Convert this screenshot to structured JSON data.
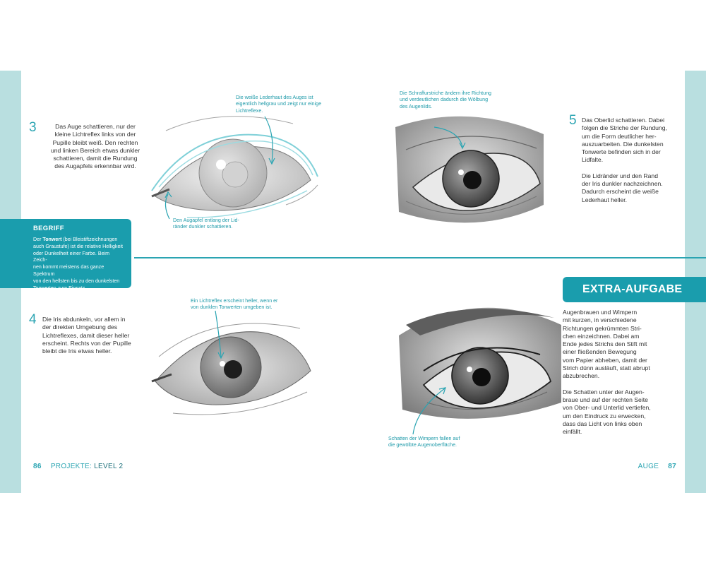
{
  "left_page": {
    "step3": {
      "number": "3",
      "lines": [
        "Das Auge schattieren, nur der",
        "kleine Lichtreflex links von der",
        "Pupille bleibt weiß. Den rechten",
        "und linken Bereich etwas dunkler",
        "schattieren, damit die Rundung",
        "des Augapfels erkennbar wird."
      ]
    },
    "annotation_top": [
      "Die weiße Lederhaut des Auges ist",
      "eigentlich hellgrau und zeigt nur einige",
      "Lichtreflexe."
    ],
    "annotation_eyeball": [
      "Den Augapfel entlang der Lid-",
      "ränder dunkler schattieren."
    ],
    "begriff": {
      "title": "BEGRIFF",
      "term": "Tonwert",
      "line1_rest": " (bei Bleistiftzeichnungen",
      "lines": [
        "auch Graustufe) ist die relative Helligkeit",
        "oder Dunkelheit einer Farbe. Beim Zeich-",
        "nen kommt meistens das ganze Spektrum",
        "von den hellsten bis zu den dunkelsten",
        "Tonwerten zum Einsatz."
      ]
    },
    "step4": {
      "number": "4",
      "lines": [
        "Die Iris abdunkeln, vor allem in",
        "der direkten Umgebung des",
        "Lichtreflexes, damit dieser heller",
        "erscheint. Rechts von der Pupille",
        "bleibt die Iris etwas heller."
      ]
    },
    "annotation_highlight": [
      "Ein Lichtreflex erscheint heller, wenn er",
      "von dunklen Tonwerten umgeben ist."
    ],
    "footer": {
      "page_number": "86",
      "label": "PROJEKTE: ",
      "level": "LEVEL 2"
    }
  },
  "right_page": {
    "annotation_hatching": [
      "Die Schraffurstriche ändern ihre Richtung",
      "und verdeutlichen dadurch die Wölbung",
      "des Augenlids."
    ],
    "step5": {
      "number": "5",
      "lines": [
        "Das Oberlid schattieren. Dabei",
        "folgen die Striche der Rundung,",
        "um die Form deutlicher her-",
        "auszuarbeiten. Die dunkelsten",
        "Tonwerte befinden sich in der",
        "Lidfalte."
      ],
      "lines2": [
        "Die Lidränder und den Rand",
        "der Iris dunkler nachzeichnen.",
        "Dadurch erscheint die weiße",
        "Lederhaut heller."
      ]
    },
    "extra": {
      "title": "EXTRA-AUFGABE",
      "lines": [
        "Augenbrauen und Wimpern",
        "mit kurzen, in verschiedene",
        "Richtungen gekrümmten Stri-",
        "chen einzeichnen. Dabei am",
        "Ende jedes Strichs den Stift mit",
        "einer fließenden Bewegung",
        "vom Papier abheben, damit der",
        "Strich dünn ausläuft, statt abrupt",
        "abzubrechen."
      ],
      "lines2": [
        "Die Schatten unter der Augen-",
        "braue und auf der rechten Seite",
        "von Ober- und Unterlid vertiefen,",
        "um den Eindruck zu erwecken,",
        "dass das Licht von links oben",
        "einfällt."
      ]
    },
    "annotation_lashes": [
      "Schatten der Wimpern fallen auf",
      "die gewölbte Augenoberfläche."
    ],
    "footer": {
      "label": "AUGE",
      "page_number": "87"
    }
  },
  "colors": {
    "accent": "#1a9dad",
    "side_strip": "#b9dfe0",
    "sketch_blue": "#7fd0d8"
  }
}
